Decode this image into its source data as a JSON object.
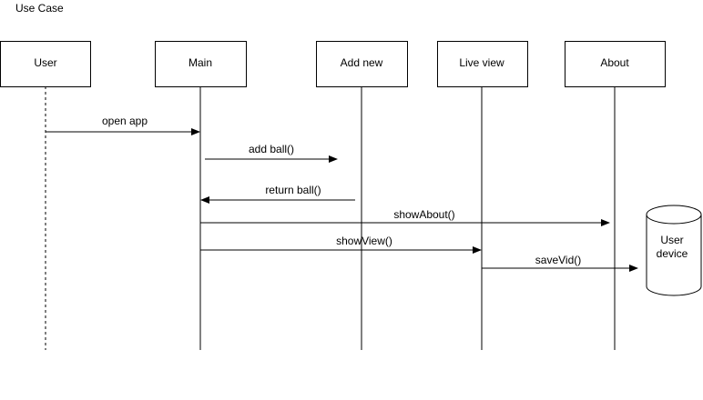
{
  "title": "Use Case",
  "colors": {
    "stroke": "#000000",
    "fill": "#ffffff",
    "text": "#000000"
  },
  "lifelines": [
    {
      "id": "user",
      "label": "User",
      "style": "dashed"
    },
    {
      "id": "main",
      "label": "Main",
      "style": "solid"
    },
    {
      "id": "addnew",
      "label": "Add new",
      "style": "solid"
    },
    {
      "id": "liveview",
      "label": "Live view",
      "style": "solid"
    },
    {
      "id": "about",
      "label": "About",
      "style": "solid"
    }
  ],
  "database": {
    "label_line1": "User",
    "label_line2": "device"
  },
  "messages": [
    {
      "label": "open app",
      "from": "user",
      "to": "main"
    },
    {
      "label": "add ball()",
      "from": "main",
      "to": "addnew"
    },
    {
      "label": "return ball()",
      "from": "addnew",
      "to": "main"
    },
    {
      "label": "showAbout()",
      "from": "main",
      "to": "about"
    },
    {
      "label": "showView()",
      "from": "main",
      "to": "liveview"
    },
    {
      "label": "saveVid()",
      "from": "liveview",
      "to": "database"
    }
  ]
}
